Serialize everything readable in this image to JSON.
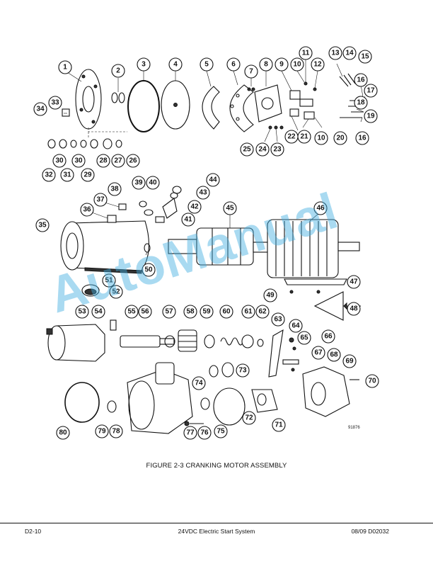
{
  "figure": {
    "caption": "FIGURE 2-3 CRANKING MOTOR ASSEMBLY",
    "drawing_number": "91876",
    "callout_numbers": [
      1,
      2,
      3,
      4,
      5,
      6,
      7,
      8,
      9,
      10,
      11,
      12,
      13,
      14,
      15,
      16,
      17,
      18,
      19,
      20,
      21,
      22,
      23,
      24,
      25,
      26,
      27,
      28,
      29,
      30,
      31,
      32,
      33,
      34,
      35,
      36,
      37,
      38,
      39,
      40,
      41,
      42,
      43,
      44,
      45,
      46,
      47,
      48,
      49,
      50,
      51,
      52,
      53,
      54,
      55,
      56,
      57,
      58,
      59,
      60,
      61,
      62,
      63,
      64,
      65,
      66,
      67,
      68,
      69,
      70,
      71,
      72,
      73,
      74,
      75,
      76,
      77,
      78,
      79,
      80
    ]
  },
  "footer": {
    "left": "D2-10",
    "center": "24VDC Electric Start System",
    "right": "08/09  D02032"
  },
  "watermark": {
    "text": "AutoManual",
    "color": "#40ace1"
  }
}
